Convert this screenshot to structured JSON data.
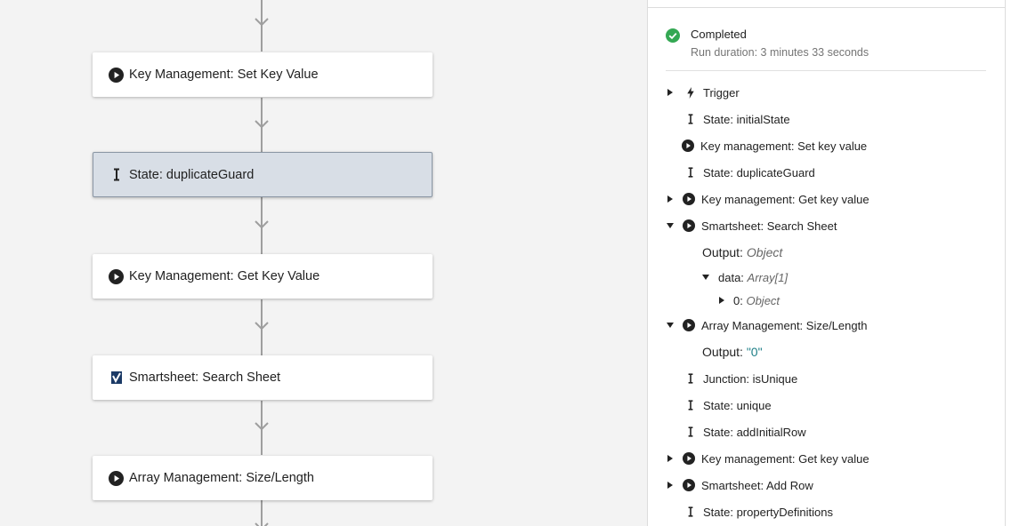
{
  "canvas": {
    "steps": [
      {
        "icon": "play-circle-icon",
        "label": "Key Management: Set Key Value",
        "selected": false
      },
      {
        "icon": "state-icon",
        "label": "State: duplicateGuard",
        "selected": true
      },
      {
        "icon": "play-circle-icon",
        "label": "Key Management: Get Key Value",
        "selected": false
      },
      {
        "icon": "smartsheet-icon",
        "label": "Smartsheet: Search Sheet",
        "selected": false
      },
      {
        "icon": "play-circle-icon",
        "label": "Array Management: Size/Length",
        "selected": false
      }
    ]
  },
  "panel": {
    "status": "Completed",
    "duration": "Run duration: 3 minutes 33 seconds",
    "tree": {
      "trigger": "Trigger",
      "initial_state": "State: initialState",
      "set_key": "Key management: Set key value",
      "dup_guard": "State: duplicateGuard",
      "get_key_1": "Key management: Get key value",
      "search_sheet": "Smartsheet: Search Sheet",
      "search_output_label": "Output:",
      "search_output_type": "Object",
      "data_label": "data:",
      "data_type": "Array[1]",
      "item0_label": "0:",
      "item0_type": "Object",
      "array_size": "Array Management: Size/Length",
      "size_output_label": "Output:",
      "size_output_value": "\"0\"",
      "junction": "Junction: isUnique",
      "unique": "State: unique",
      "add_initial_row": "State: addInitialRow",
      "get_key_2": "Key management: Get key value",
      "add_row": "Smartsheet: Add Row",
      "prop_defs": "State: propertyDefinitions"
    }
  },
  "colors": {
    "success": "#34a853",
    "selected_card": "#d8dee6",
    "string_value": "#1e7f87",
    "connector": "#9e9e9e"
  }
}
